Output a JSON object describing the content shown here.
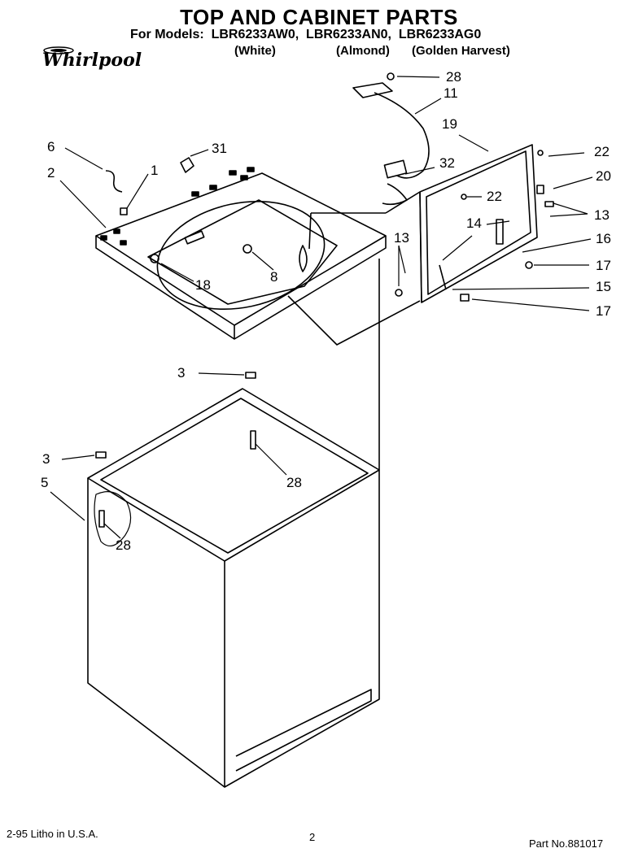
{
  "header": {
    "title": "TOP AND CABINET PARTS",
    "models_prefix": "For Models:",
    "models": [
      "LBR6233AW0,",
      "LBR6233AN0,",
      "LBR6233AG0"
    ],
    "colors": [
      "(White)",
      "(Almond)",
      "(Golden Harvest)"
    ],
    "brand": "Whirlpool"
  },
  "callouts": {
    "c28a": "28",
    "c11": "11",
    "c19": "19",
    "c22a": "22",
    "c6": "6",
    "c31": "31",
    "c1": "1",
    "c2": "2",
    "c32": "32",
    "c20": "20",
    "c22b": "22",
    "c13a": "13",
    "c14": "14",
    "c13b": "13",
    "c16": "16",
    "c17a": "17",
    "c18": "18",
    "c8": "8",
    "c15": "15",
    "c17b": "17",
    "c3a": "3",
    "c28b": "28",
    "c3b": "3",
    "c5": "5",
    "c28c": "28"
  },
  "footer": {
    "date_litho": "2-95  Litho in U.S.A.",
    "page": "2",
    "part_no": "Part No.881017"
  }
}
